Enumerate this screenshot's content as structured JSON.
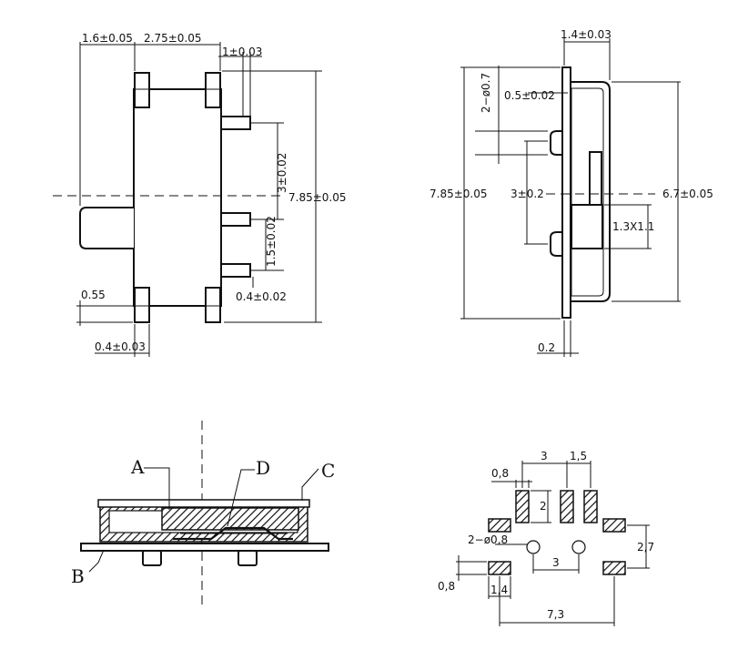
{
  "top_left_view": {
    "dims": {
      "d_1_6": "1.6±0.05",
      "d_2_75": "2.75±0.05",
      "d_1": "1±0.03",
      "d_3": "3±0.02",
      "d_7_85": "7.85±0.05",
      "d_1_5": "1.5±0.02",
      "d_0_55": "0.55",
      "d_0_4a": "0.4±0.02",
      "d_0_4b": "0.4±0.03"
    }
  },
  "top_right_view": {
    "dims": {
      "d_1_4": "1.4±0.03",
      "d_2_0_7": "2−ø0.7",
      "d_0_5": "0.5±0.02",
      "d_7_85": "7.85±0.05",
      "d_3": "3±0.2",
      "d_6_7": "6.7±0.05",
      "d_1_3": "1.3X1.1",
      "d_0_2": "0.2"
    }
  },
  "bottom_left_view": {
    "labels": {
      "a": "A",
      "b": "B",
      "c": "C",
      "d": "D"
    }
  },
  "bottom_right_view": {
    "dims": {
      "d_3_top": "3",
      "d_1_5": "1,5",
      "d_0_8_top": "0,8",
      "d_2": "2",
      "d_2_0_8": "2−ø0,8",
      "d_2_7": "2,7",
      "d_3_mid": "3",
      "d_0_8_bot": "0,8",
      "d_1_4": "1,4",
      "d_7_3": "7,3"
    }
  }
}
